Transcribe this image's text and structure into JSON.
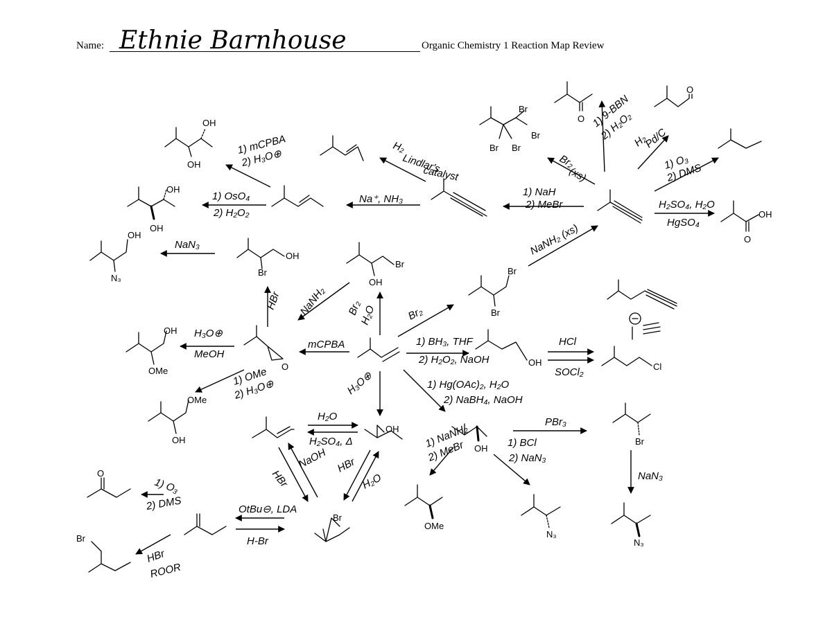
{
  "header": {
    "name_label": "Name:",
    "student_name": "Ethnie Barnhouse",
    "title": "Organic Chemistry 1 Reaction Map Review"
  },
  "atoms": {
    "oh": "OH",
    "br": "Br",
    "o": "O",
    "ome": "OMe",
    "n3": "N₃",
    "cl": "Cl"
  },
  "reagents": {
    "mcpba_h3o": "1) mCPBA",
    "mcpba_h3o_2": "2) H₃O⊕",
    "oso4": "1) OsO₄",
    "oso4_2": "2) H₂O₂",
    "lindlar": "H₂",
    "lindlar_2": "Lindlar's",
    "lindlar_3": "catalyst",
    "na_nh3": "Na⁺, NH₃",
    "nah_mebr": "1) NaH",
    "nah_mebr_2": "2) MeBr",
    "br2_xs": "Br₂",
    "br2_xs_2": "(xs)",
    "hydroboration_9bbn": "1) 9-BBN",
    "hydroboration_9bbn_2": "2) H₂O₂",
    "h2_pdc": "H₂",
    "h2_pdc_2": "Pd/C",
    "ozonolysis": "1) O₃",
    "ozonolysis_2": "2) DMS",
    "hg_hydration": "H₂SO₄, H₂O",
    "hg_hydration_2": "HgSO₄",
    "nanh2_xs": "NaNH₂ (xs)",
    "nan3_top": "NaN₃",
    "hbr_up": "HBr",
    "nanh2_diag": "NaNH₂",
    "br2_h2o": "Br₂",
    "br2_h2o_2": "H₂O",
    "br2": "Br₂",
    "h3o_meoh": "H₃O⊕",
    "h3o_meoh_2": "MeOH",
    "mcpba": "mCPBA",
    "bh3_thf": "1) BH₃, THF",
    "bh3_thf_2": "2) H₂O₂, NaOH",
    "hcl": "HCl",
    "socl2": "SOCl₂",
    "ome_h3o": "1) OMe",
    "ome_h3o_2": "2) H₃O⊕",
    "h3o_down": "H₃O⊕",
    "oxymercuration": "1) Hg(OAc)₂, H₂O",
    "oxymercuration_2": "2) NaBH₄, NaOH",
    "pbr3": "PBr₃",
    "bcl_nan3": "1) BCl",
    "bcl_nan3_2": "2) NaN₃",
    "nan3_right": "NaN₃",
    "h2o_top": "H₂O",
    "h2so4_heat": "H₂SO₄, Δ",
    "hbr_left": "HBr",
    "naoh_left": "NaOH",
    "hbr_right": "HBr",
    "h2o_right": "H₂O",
    "nanh2_mebr": "1) NaNH₂",
    "nanh2_mebr_2": "2) MeBr",
    "o3_dms": "1) O₃",
    "o3_dms_2": "2) DMS",
    "otbu_lda": "OtBu⊖, LDA",
    "hbr_bottom": "H-Br",
    "hbr_roor": "HBr",
    "hbr_roor_2": "ROOR"
  }
}
